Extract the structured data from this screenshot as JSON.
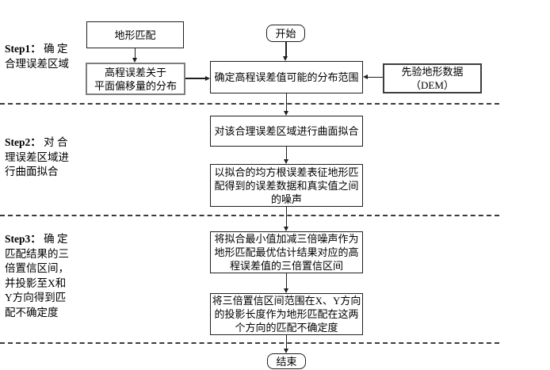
{
  "diagram": {
    "type": "flowchart",
    "language": "zh-CN",
    "colors": {
      "background": "#ffffff",
      "box_border": "#1f1f1f",
      "gray_box_border": "#7e7e7e",
      "dark_box_border": "#3d3d3d",
      "divider": "#3a3a3a",
      "text": "#000000"
    },
    "steps": {
      "step1": {
        "prefix": "Step1：",
        "body": " 确 定\n合理误差区域"
      },
      "step2": {
        "prefix": "Step2：",
        "body": " 对 合\n理误差区域进\n行曲面拟合"
      },
      "step3": {
        "prefix": "Step3：",
        "body": " 确 定\n匹配结果的三\n倍置信区间，\n并投影至X和\nY方向得到匹\n配不确定度"
      }
    },
    "nodes": {
      "start": "开始",
      "terrain_matching": "地形匹配",
      "elevation_error_distribution": "高程误差关于\n平面偏移量的分布",
      "determine_range": "确定高程误差值可能的分布范围",
      "prior_dem": "先验地形数据\n（DEM）",
      "surface_fitting": "对该合理误差区域进行曲面拟合",
      "rms_noise": "以拟合的均方根误差表征地形匹\n配得到的误差数据和真实值之间\n的噪声",
      "confidence_interval": "将拟合最小值加减三倍噪声作为\n地形匹配最优估计结果对应的高\n程误差值的三倍置信区间",
      "projection_uncertainty": "将三倍置信区间范围在X、Y方向\n的投影长度作为地形匹配在这两\n个方向的匹配不确定度",
      "end": "结束"
    }
  }
}
